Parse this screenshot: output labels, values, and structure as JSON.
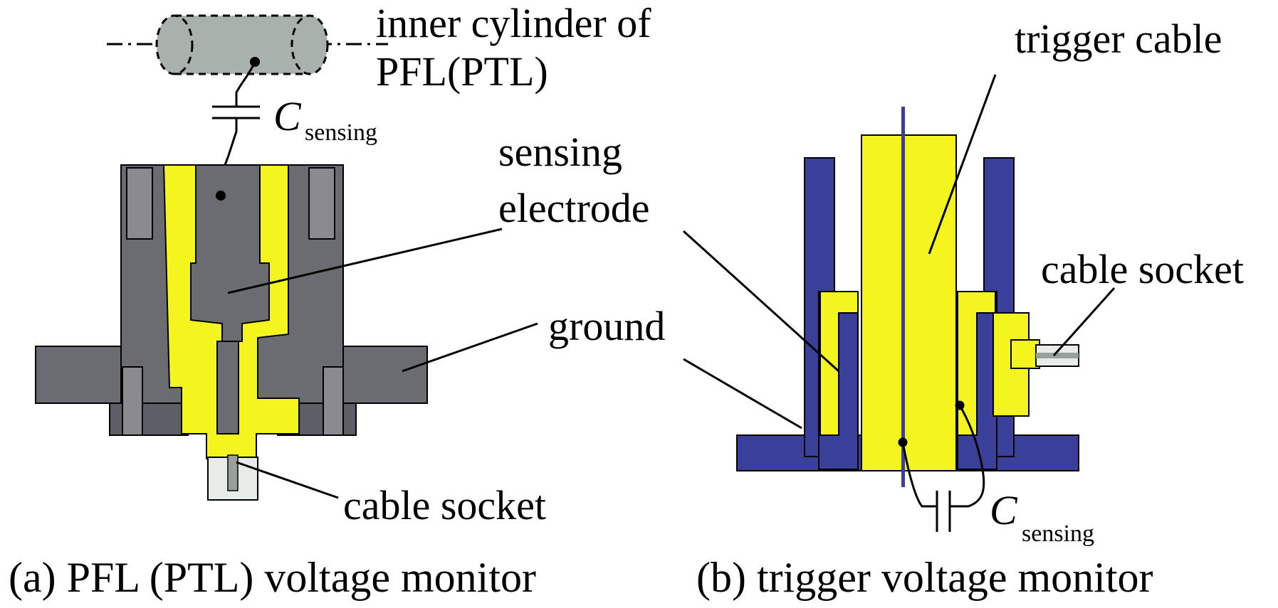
{
  "panel_a": {
    "caption": "(a) PFL (PTL) voltage monitor",
    "labels": {
      "inner_cylinder_line1": "inner cylinder of",
      "inner_cylinder_line2": "PFL(PTL)",
      "sensing_electrode_line1": "sensing",
      "sensing_electrode_line2": "electrode",
      "ground": "ground",
      "cable_socket": "cable socket",
      "capacitance_symbol": "C",
      "capacitance_subscript": "sensing"
    }
  },
  "panel_b": {
    "caption": "(b) trigger voltage monitor",
    "labels": {
      "trigger_cable": "trigger cable",
      "cable_socket": "cable socket",
      "capacitance_symbol": "C",
      "capacitance_subscript": "sensing"
    }
  },
  "colors": {
    "ground_grey": "#6b6b72",
    "ground_blue": "#3a3f9a",
    "electrode_yellow": "#f4f41e",
    "cylinder_grey": "#a8b1ac",
    "line": "#000000"
  }
}
